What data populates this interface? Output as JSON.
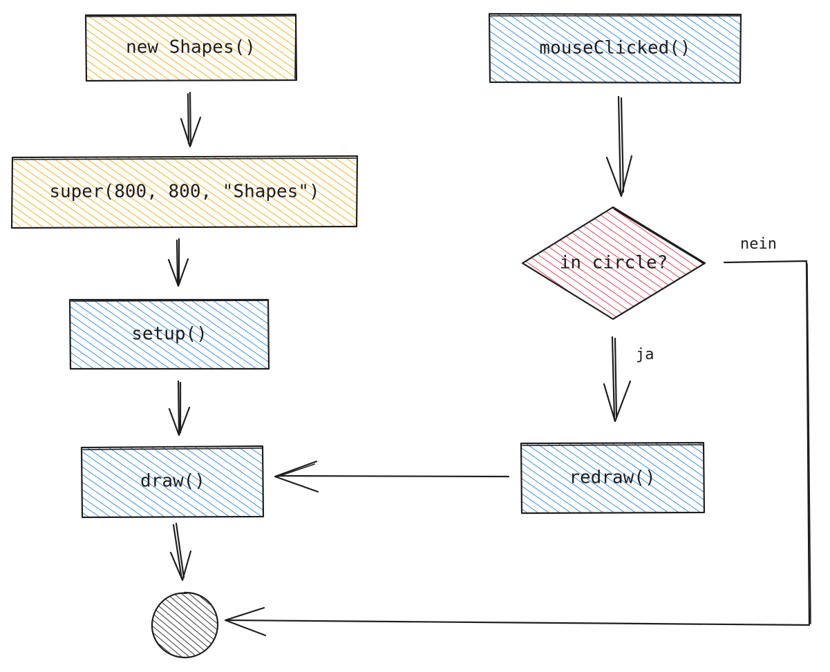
{
  "colors": {
    "orange": "#f0b22a",
    "blue": "#3b8ee0",
    "red": "#e0434f",
    "dark": "#1e1e1e"
  },
  "nodes": {
    "new_shapes": {
      "label": "new Shapes()",
      "fill": "orange"
    },
    "super_call": {
      "label": "super(800, 800, \"Shapes\")",
      "fill": "orange"
    },
    "setup": {
      "label": "setup()",
      "fill": "blue"
    },
    "draw": {
      "label": "draw()",
      "fill": "blue"
    },
    "mouse_clicked": {
      "label": "mouseClicked()",
      "fill": "blue"
    },
    "in_circle": {
      "label": "in circle?",
      "fill": "red"
    },
    "redraw": {
      "label": "redraw()",
      "fill": "blue"
    },
    "end": {
      "label": "",
      "fill": "dark"
    }
  },
  "edges": {
    "ja": "ja",
    "nein": "nein"
  }
}
